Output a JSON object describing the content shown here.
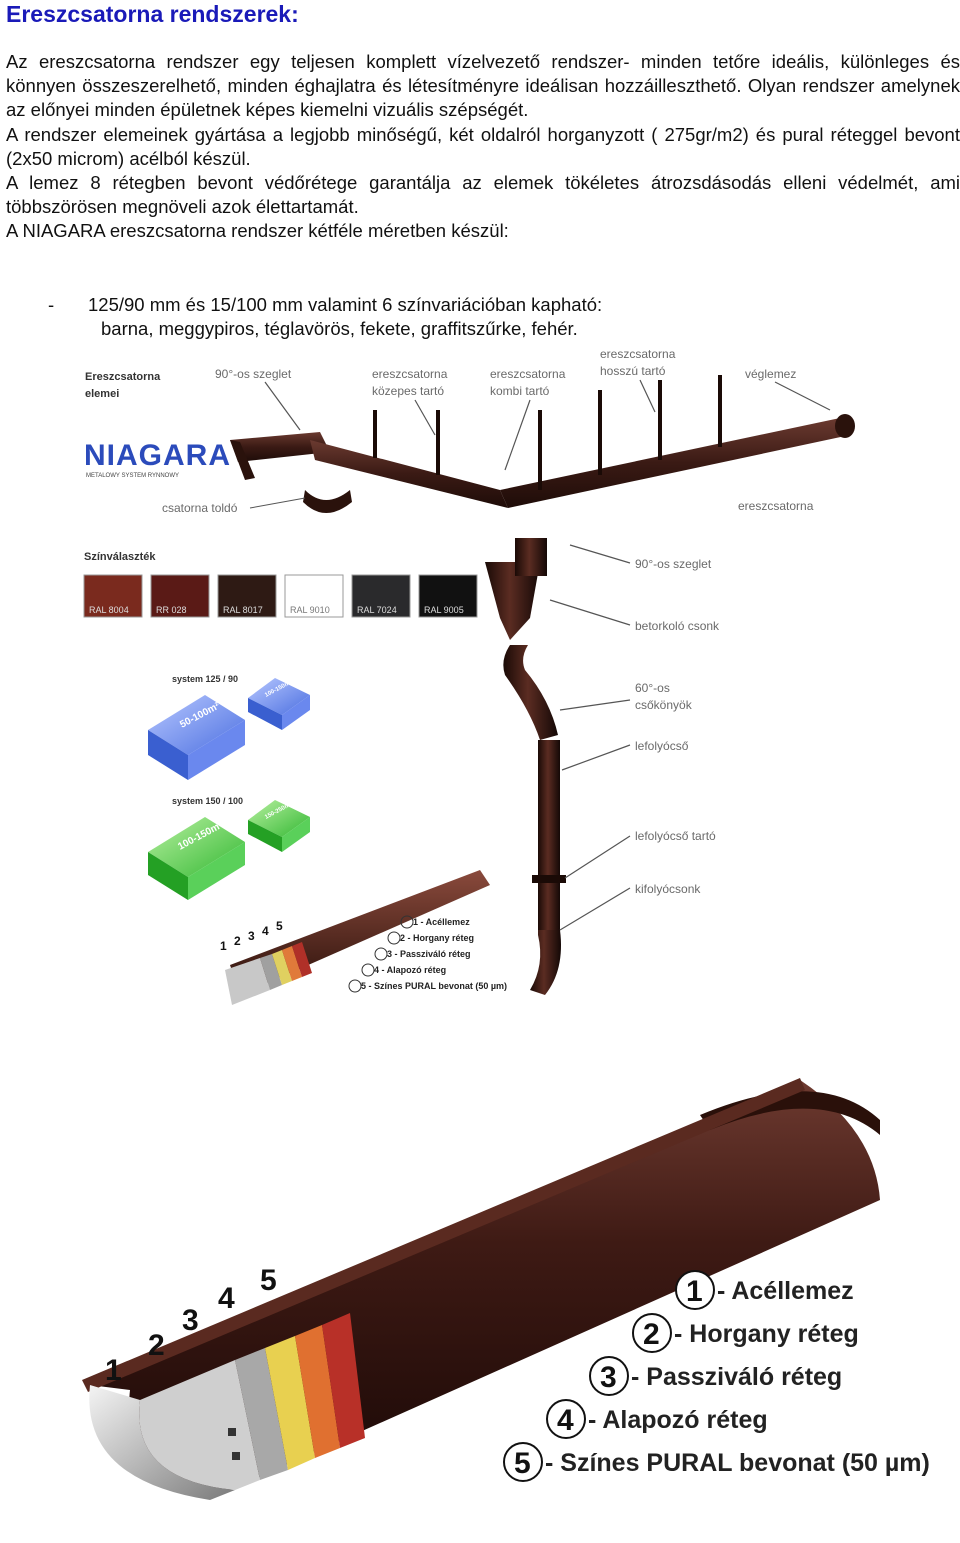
{
  "title": "Ereszcsatorna rendszerek:",
  "paragraphs": [
    "Az ereszcsatorna rendszer egy teljesen komplett vízelvezető rendszer- minden tetőre ideális, különleges és könnyen összeszerelhető, minden éghajlatra és létesítményre ideálisan hozzáilleszthető. Olyan rendszer amelynek az előnyei minden épületnek képes kiemelni vizuális szépségét.",
    "A rendszer elemeinek gyártása a legjobb minőségű, két oldalról horganyzott ( 275gr/m2) és pural réteggel bevont (2x50 microm) acélból készül.",
    "A lemez 8 rétegben bevont védőrétege garantálja az elemek tökéletes átrozsdásodás elleni védelmét, ami többszörösen megnöveli azok élettartamát.",
    "A NIAGARA ereszcsatorna rendszer kétféle méretben készül:"
  ],
  "list": {
    "dash": "-",
    "line1": "125/90 mm és 15/100 mm valamint 6 színvariációban kapható:",
    "line2": "barna, meggypiros, téglavörös, fekete, graffitszűrke, fehér."
  },
  "figure1": {
    "heading_line1": "Ereszcsatorna",
    "heading_line2": "elemei",
    "logo": "NIAGARA",
    "logo_sub": "METALOWY SYSTEM RYNNOWY",
    "labels": {
      "szeglet90_top": "90°-os szeglet",
      "kozepes_1": "ereszcsatorna",
      "kozepes_2": "közepes tartó",
      "kombi_1": "ereszcsatorna",
      "kombi_2": "kombi tartó",
      "hosszu_1": "ereszcsatorna",
      "hosszu_2": "hosszú tartó",
      "veglemez": "véglemez",
      "csatorna_tolda": "csatorna toldó",
      "ereszcsatorna": "ereszcsatorna",
      "szeglet90_right": "90°-os szeglet",
      "betorkolo": "betorkoló csonk",
      "csokonyok_1": "60°-os",
      "csokonyok_2": "csőkönyök",
      "lefolyocso": "lefolyócső",
      "lefolyocso_tarto": "lefolyócső tartó",
      "kifolyocsonk": "kifolyócsonk"
    },
    "color_heading": "Színválaszték",
    "swatches": [
      {
        "label": "RAL 8004",
        "color": "#7a2a1e"
      },
      {
        "label": "RR 028",
        "color": "#5a1a16"
      },
      {
        "label": "RAL 8017",
        "color": "#2e1a14"
      },
      {
        "label": "RAL 9010",
        "color": "#ffffff"
      },
      {
        "label": "RAL 7024",
        "color": "#2a2a2c"
      },
      {
        "label": "RAL 9005",
        "color": "#111111"
      }
    ],
    "system1": {
      "label": "system 125 / 90",
      "roof_big": "50-100m²",
      "roof_small": "100-150m²"
    },
    "system2": {
      "label": "system 150 / 100",
      "roof_big": "100-150m²",
      "roof_small": "150-250m²"
    },
    "small_layers": [
      "1 - Acéllemez",
      "2 - Horgany réteg",
      "3 - Passziváló réteg",
      "4 - Alapozó réteg",
      "5 - Színes PURAL bevonat (50 µm)"
    ],
    "small_nums": [
      "1",
      "2",
      "3",
      "4",
      "5"
    ]
  },
  "figure2": {
    "numbers": [
      "1",
      "2",
      "3",
      "4",
      "5"
    ],
    "legend": [
      {
        "num": "1",
        "text": "- Acéllemez"
      },
      {
        "num": "2",
        "text": "- Horgany réteg"
      },
      {
        "num": "3",
        "text": "- Passziváló réteg"
      },
      {
        "num": "4",
        "text": "- Alapozó réteg"
      },
      {
        "num": "5",
        "text": "- Színes PURAL bevonat (50 µm)"
      }
    ]
  }
}
